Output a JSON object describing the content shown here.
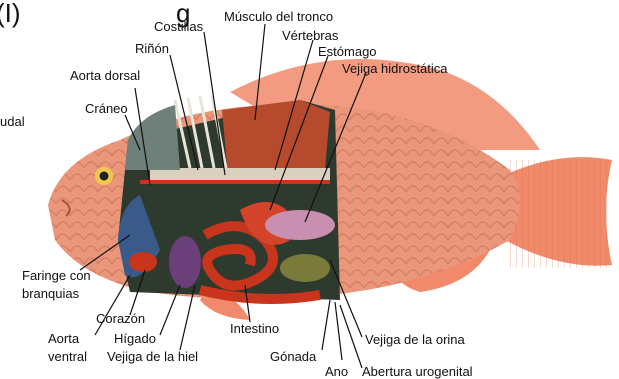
{
  "header_fragment": "(I)",
  "header_fragment_right": "g",
  "edge_label": "udal",
  "labels": {
    "musculo_tronco": "Músculo del tronco",
    "costillas": "Costillas",
    "vertebras": "Vértebras",
    "rinon": "Riñón",
    "estomago": "Estómago",
    "vejiga_hidrostatica": "Vejiga hidrostática",
    "aorta_dorsal": "Aorta dorsal",
    "craneo": "Cráneo",
    "faringe_1": "Faringe con",
    "faringe_2": "branquias",
    "corazon": "Corazón",
    "aorta_1": "Aorta",
    "aorta_2": "ventral",
    "higado": "Hígado",
    "vejiga_hiel": "Vejiga de la hiel",
    "intestino": "Intestino",
    "gonada": "Gónada",
    "ano": "Ano",
    "abertura": "Abertura urogenital",
    "vejiga_orina": "Vejiga de la orina"
  },
  "colors": {
    "fish_body": "#e9967a",
    "scales": "#c96a55",
    "fins": "#f08a6a",
    "muscle": "#b54a2c",
    "organs_red": "#c8341c",
    "liver": "#6a3f7a",
    "gill": "#3a5a8a",
    "bladder": "#c98fb0",
    "gonad": "#7a7a3a",
    "cavity": "#2f3a2f"
  }
}
